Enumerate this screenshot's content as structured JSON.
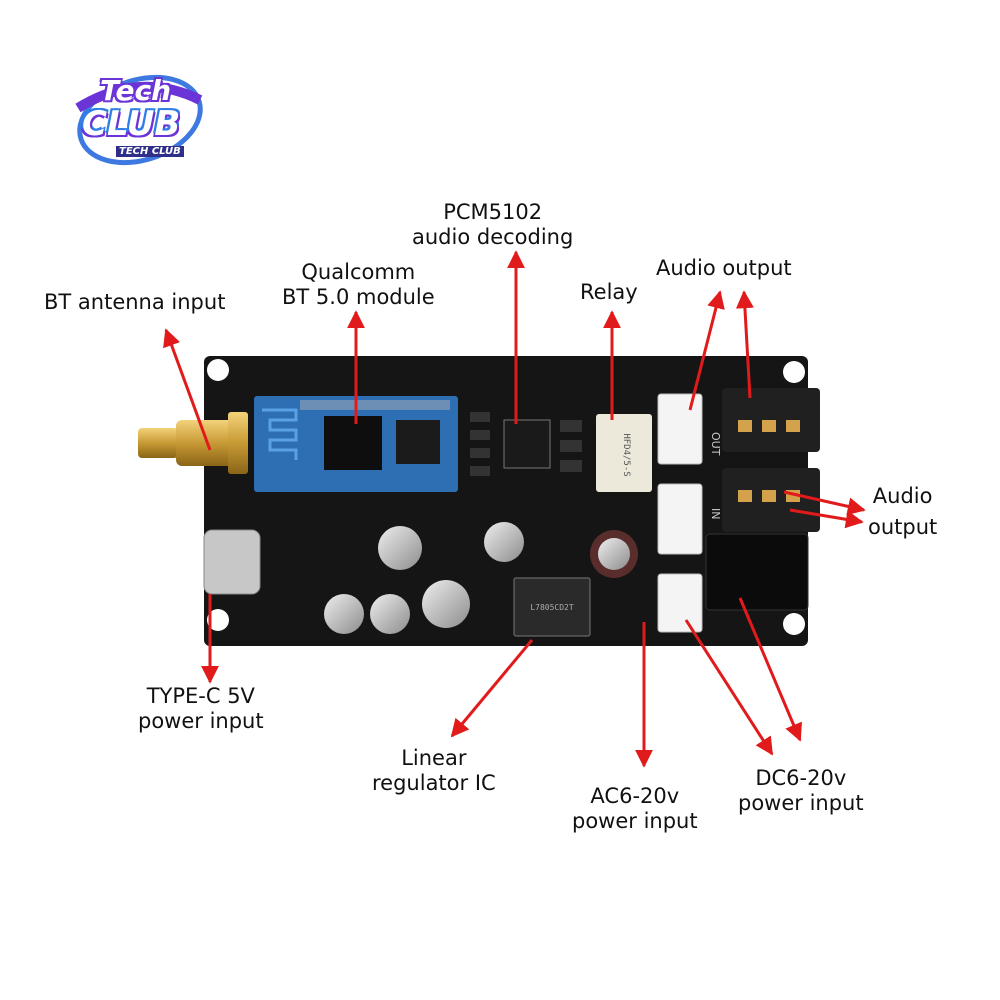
{
  "logo": {
    "brand_top": "Tech",
    "brand_big": "CLUB",
    "brand_sub": "TECH CLUB"
  },
  "labels": {
    "pcm": [
      "PCM5102",
      "audio decoding"
    ],
    "qualcomm": [
      "Qualcomm",
      "BT 5.0 module"
    ],
    "bt_antenna": [
      "BT antenna input"
    ],
    "relay": [
      "Relay"
    ],
    "audio_output_top": [
      "Audio output"
    ],
    "audio_output_right": [
      "Audio",
      "output"
    ],
    "typec": [
      "TYPE-C 5V",
      "power input"
    ],
    "linear": [
      "Linear",
      "regulator IC"
    ],
    "ac": [
      "AC6-20v",
      "power input"
    ],
    "dc": [
      "DC6-20v",
      "power input"
    ]
  },
  "board_markings": {
    "out": "OUT",
    "in": "IN",
    "relay_text": "HFD4/5-S",
    "regulator_text": "L7805CD2T"
  },
  "colors": {
    "arrow": "#e11b1b",
    "pcb": "#141414",
    "bt_module": "#2d6fb2",
    "logo_purple": "#6b34d6",
    "logo_blue": "#2f7fe6"
  }
}
